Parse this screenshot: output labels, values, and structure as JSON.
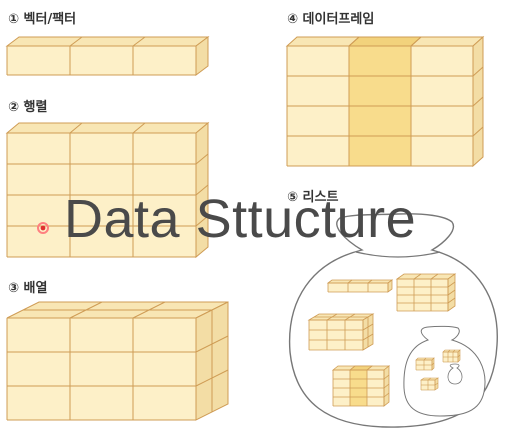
{
  "sections": {
    "vector": {
      "label": "① 벡터/팩터"
    },
    "matrix": {
      "label": "② 행렬"
    },
    "array": {
      "label": "③ 배열"
    },
    "dataframe": {
      "label": "④ 데이터프레임"
    },
    "list": {
      "label": "⑤ 리스트"
    }
  },
  "overlay_title": "Data Sttucture",
  "colors": {
    "cell_face": "#fdf0c8",
    "cell_top": "#f8e6b4",
    "cell_side": "#f3dda5",
    "highlight_face": "#f8dc8c",
    "highlight_top": "#f2d27c",
    "cell_stroke": "#cf9c55",
    "bag_stroke": "#777777",
    "red_dot": "#e03030"
  }
}
